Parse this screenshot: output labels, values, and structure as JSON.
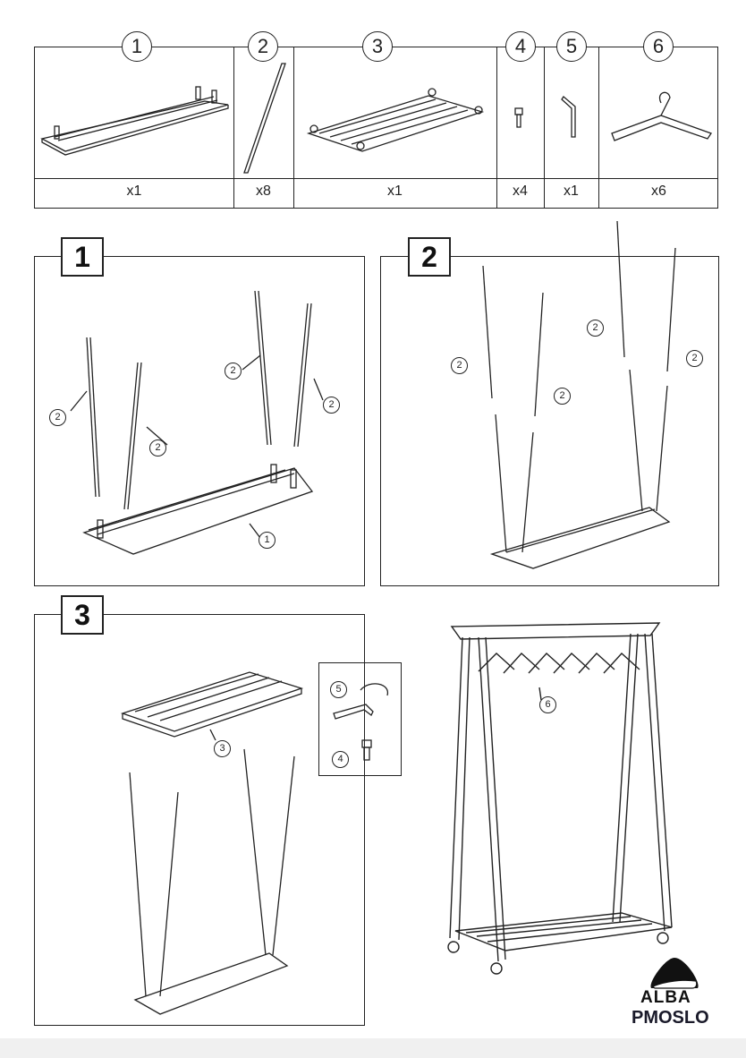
{
  "parts": [
    {
      "number": "1",
      "quantity": "x1"
    },
    {
      "number": "2",
      "quantity": "x8"
    },
    {
      "number": "3",
      "quantity": "x1"
    },
    {
      "number": "4",
      "quantity": "x4"
    },
    {
      "number": "5",
      "quantity": "x1"
    },
    {
      "number": "6",
      "quantity": "x6"
    }
  ],
  "steps": [
    {
      "label": "1",
      "callouts": [
        "2",
        "2",
        "2",
        "2",
        "1"
      ]
    },
    {
      "label": "2",
      "callouts": [
        "2",
        "2",
        "2",
        "2"
      ]
    },
    {
      "label": "3",
      "callouts": [
        "3",
        "5",
        "4"
      ]
    }
  ],
  "final": {
    "callout": "6"
  },
  "logo": {
    "brand": "ALBA",
    "product": "PMOSLO"
  }
}
